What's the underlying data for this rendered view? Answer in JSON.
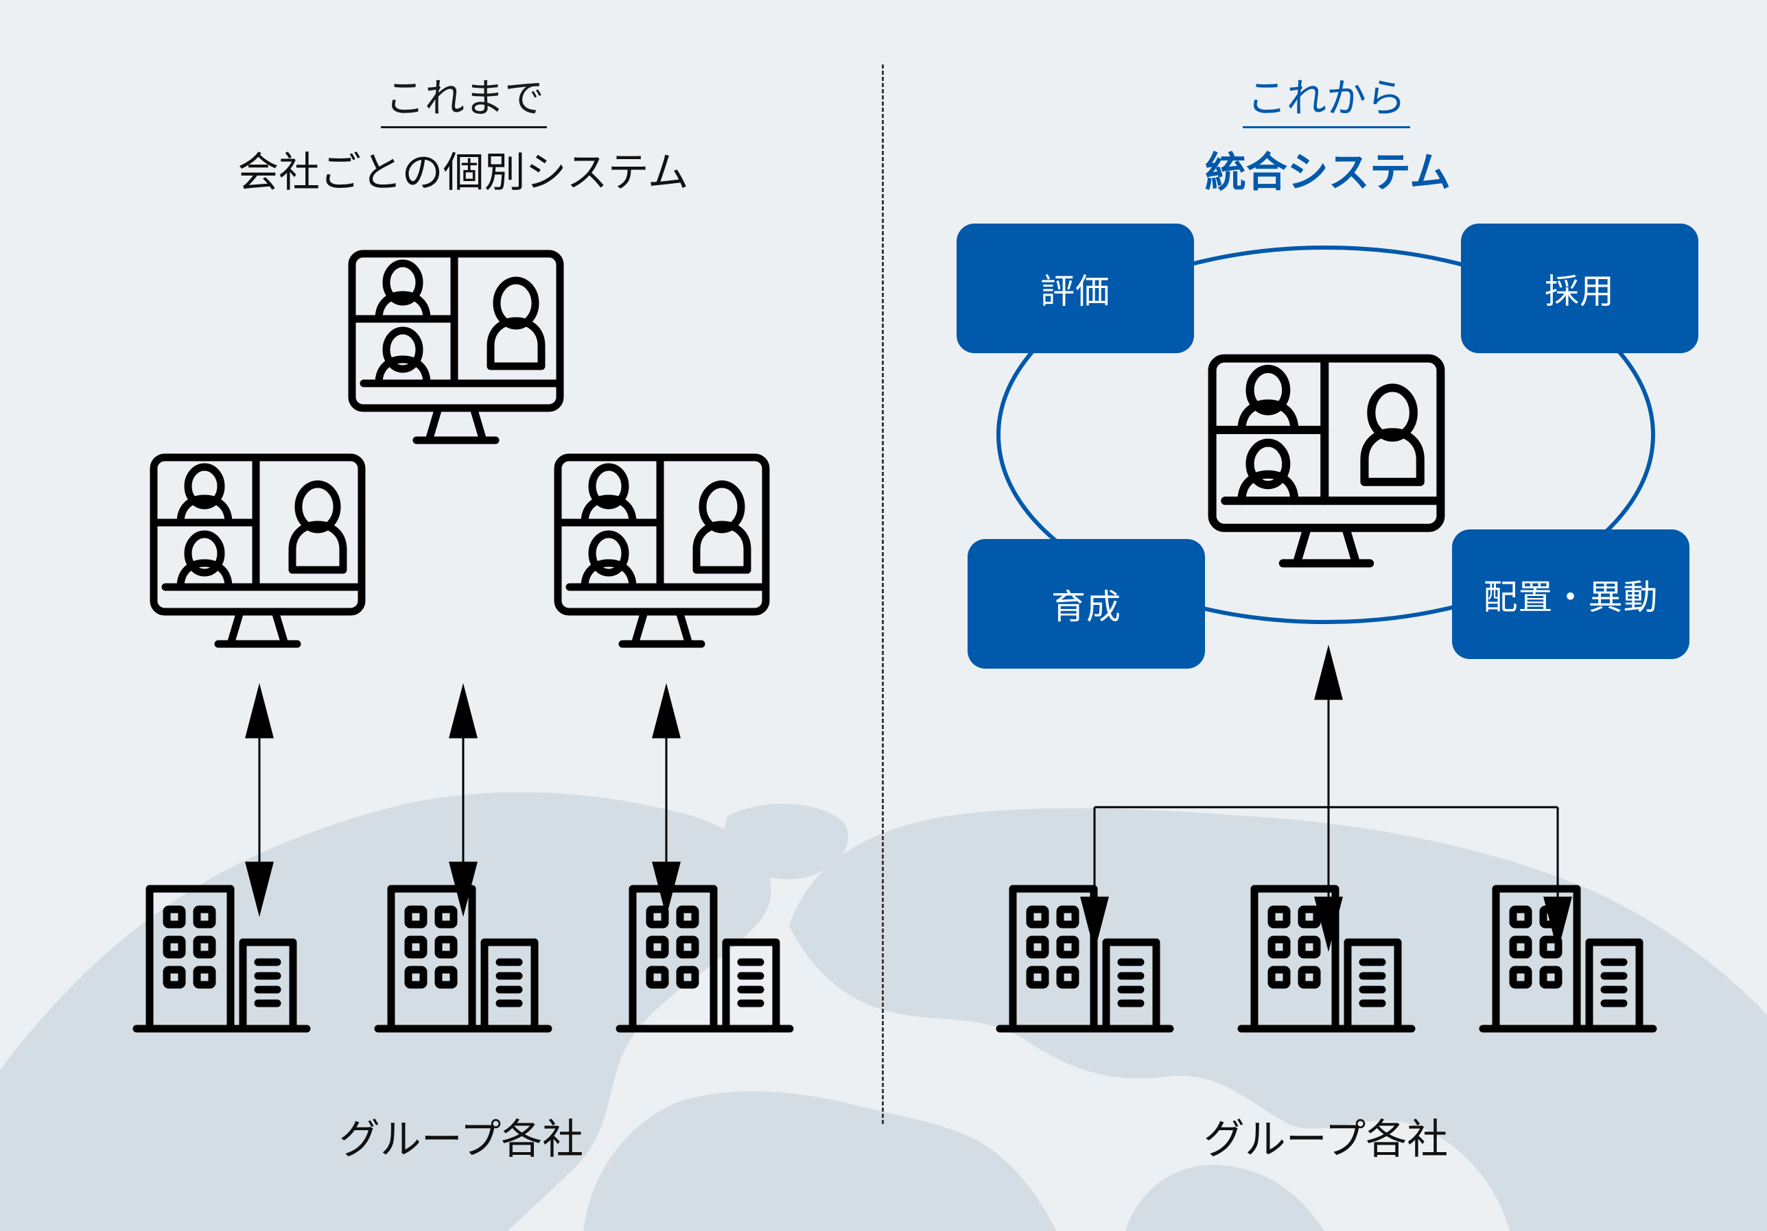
{
  "colors": {
    "background": "#ECF0F3",
    "map_land": "#D5DDE4",
    "accent_blue": "#0059AB",
    "line_black": "#000000"
  },
  "left_panel": {
    "subheading": "これまで",
    "title": "会社ごとの個別システム",
    "monitors": [
      {
        "icon": "video-conference-monitor-icon"
      },
      {
        "icon": "video-conference-monitor-icon"
      },
      {
        "icon": "video-conference-monitor-icon"
      }
    ],
    "connections": "bidirectional-per-company",
    "buildings": [
      {
        "icon": "office-building-icon"
      },
      {
        "icon": "office-building-icon"
      },
      {
        "icon": "office-building-icon"
      }
    ],
    "group_label": "グループ各社"
  },
  "right_panel": {
    "subheading": "これから",
    "title": "統合システム",
    "functions": [
      {
        "label": "評価"
      },
      {
        "label": "採用"
      },
      {
        "label": "育成"
      },
      {
        "label": "配置・異動"
      }
    ],
    "monitor": {
      "icon": "video-conference-monitor-icon"
    },
    "connections": "single-hub-branching",
    "buildings": [
      {
        "icon": "office-building-icon"
      },
      {
        "icon": "office-building-icon"
      },
      {
        "icon": "office-building-icon"
      }
    ],
    "group_label": "グループ各社"
  }
}
